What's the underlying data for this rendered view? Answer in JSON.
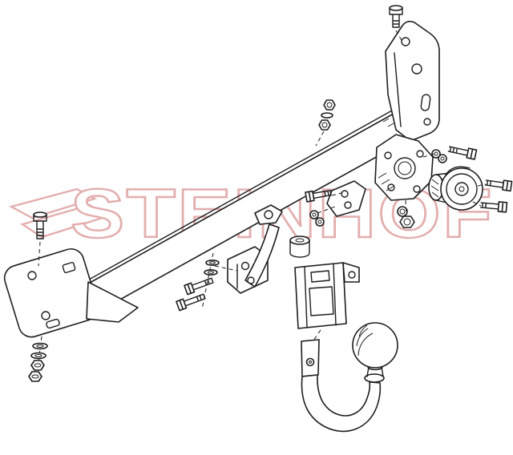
{
  "watermark": {
    "text": "STEINHOF",
    "color": "#dfa0a0"
  },
  "diagram": {
    "line_color": "#1d1d1d",
    "background": "#ffffff",
    "parts": [
      "crossbar-beam",
      "rear-mount-bracket",
      "left-end-plate",
      "mounting-bolts",
      "washers",
      "nuts",
      "spacer-bushing",
      "support-strap",
      "ball-mount-flange",
      "electrical-socket",
      "receiver-housing",
      "detachable-swan-neck-towball",
      "towball-head"
    ]
  }
}
